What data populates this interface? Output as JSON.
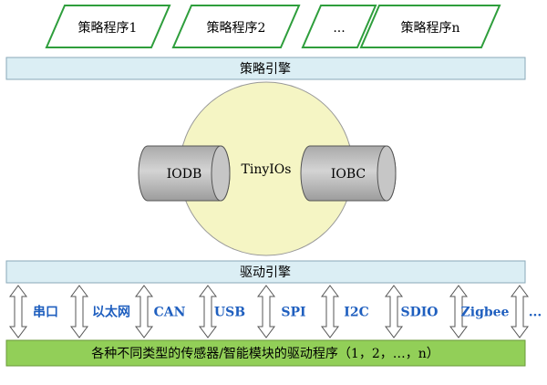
{
  "strategy_programs": [
    "策略程序1",
    "策略程序2",
    "...",
    "策略程序n"
  ],
  "strategy_engine": "策略引擎",
  "core": {
    "label": "TinyIOs",
    "left_store": "IODB",
    "right_store": "IOBC"
  },
  "driver_engine": "驱动引擎",
  "interfaces": [
    "串口",
    "以太网",
    "CAN",
    "USB",
    "SPI",
    "I2C",
    "SDIO",
    "Zigbee",
    "..."
  ],
  "driver_programs": "各种不同类型的传感器/智能模块的驱动程序（1，2，…，n）",
  "colors": {
    "program_border": "#2e9e3c",
    "engine_fill": "#dbeef4",
    "engine_border": "#8aa8b8",
    "core_fill": "#f5f5c4",
    "cylinder_fill": "#c3c3c3",
    "interface_text": "#1f5fbf",
    "driver_bar_fill": "#92cf58"
  }
}
